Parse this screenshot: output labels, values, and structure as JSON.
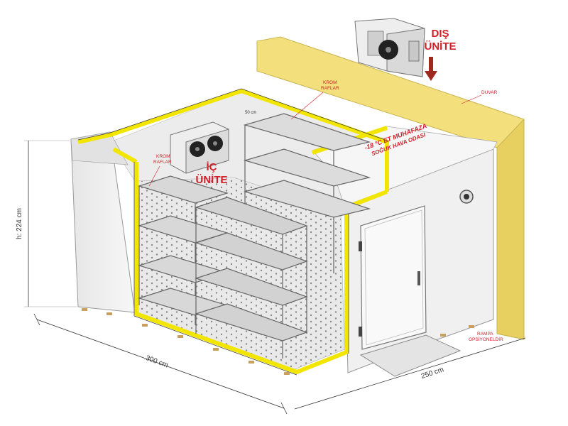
{
  "labels": {
    "outdoor_unit": [
      "DIŞ",
      "ÜNİTE"
    ],
    "indoor_unit": [
      "İÇ",
      "ÜNİTE"
    ],
    "wall": "DUVAR",
    "chrome_shelves_top": [
      "KROM",
      "RAFLAR"
    ],
    "chrome_shelves_left": [
      "KROM",
      "RAFLAR"
    ],
    "room_type": [
      "-18 °C ET MUHAFAZA",
      "SOĞUK HAVA ODASI"
    ],
    "ramp": [
      "RAMPA",
      "OPSİYONELDİR"
    ],
    "shelf_dim": "50 cm"
  },
  "dimensions": {
    "height": "h: 224 cm",
    "length": "300 cm",
    "width": "250 cm"
  },
  "colors": {
    "insulation": "#f2e600",
    "wall": "#f3e07c",
    "panel": "#f1f1f1",
    "label": "#d0202a",
    "arrow": "#a0281e"
  }
}
